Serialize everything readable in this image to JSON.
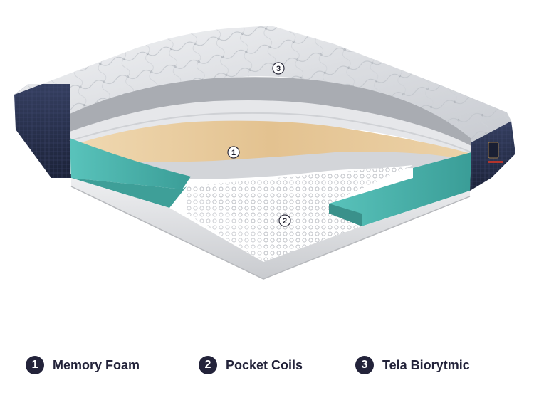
{
  "markers": [
    {
      "number": "1",
      "label": "Memory Foam"
    },
    {
      "number": "2",
      "label": "Pocket Coils"
    },
    {
      "number": "3",
      "label": "Tela Biorytmic"
    }
  ],
  "colors": {
    "legend_text": "#23233a",
    "marker_dark": "#23233a",
    "foam_teal": "#4fb8b1",
    "memory_foam": "#e7c99a",
    "quilt_top": "#e4e6ea",
    "side_panel": "#2a3350"
  }
}
